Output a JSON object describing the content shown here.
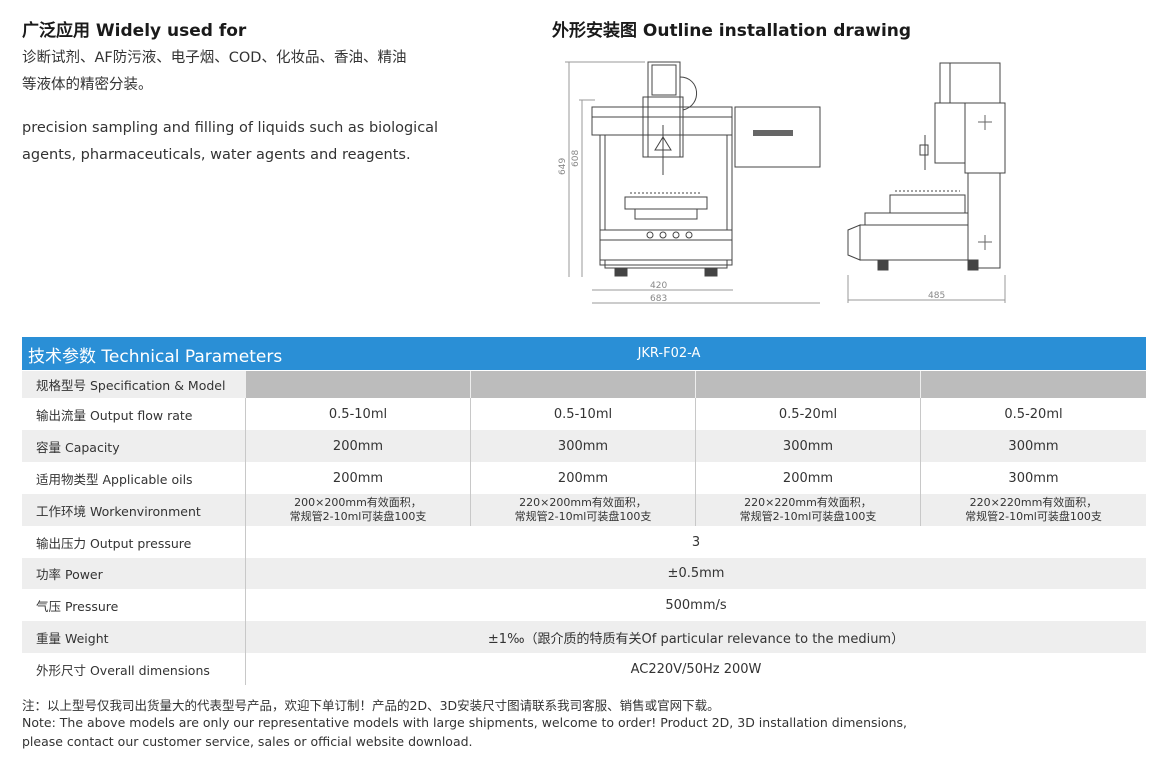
{
  "usage": {
    "title": "广泛应用  Widely used for",
    "cn_line1": "诊断试剂、AF防污液、电子烟、COD、化妆品、香油、精油",
    "cn_line2": "等液体的精密分装。",
    "en_line1": "precision sampling and filling of liquids such as biological",
    "en_line2": "agents, pharmaceuticals, water agents and reagents."
  },
  "drawing": {
    "title": "外形安装图  Outline installation drawing",
    "dim_height_outer": "649",
    "dim_height_inner": "608",
    "dim_width_inner": "420",
    "dim_width_outer": "683",
    "dim_depth": "485"
  },
  "table": {
    "title": "技术参数  Technical Parameters",
    "model": "JKR-F02-A",
    "rows": [
      {
        "label": "规格型号  Specification & Model",
        "values": [
          "",
          "",
          "",
          ""
        ]
      },
      {
        "label": "输出流量  Output flow rate",
        "values": [
          "0.5-10ml",
          "0.5-10ml",
          "0.5-20ml",
          "0.5-20ml"
        ]
      },
      {
        "label": "容量  Capacity",
        "values": [
          "200mm",
          "300mm",
          "300mm",
          "300mm"
        ]
      },
      {
        "label": "适用物类型  Applicable oils",
        "values": [
          "200mm",
          "200mm",
          "200mm",
          "300mm"
        ]
      },
      {
        "label": "工作环境  Workenvironment",
        "values": [
          [
            "200×200mm有效面积，",
            "常规管2-10ml可装盘100支"
          ],
          [
            "220×200mm有效面积，",
            "常规管2-10ml可装盘100支"
          ],
          [
            "220×220mm有效面积，",
            "常规管2-10ml可装盘100支"
          ],
          [
            "220×220mm有效面积，",
            "常规管2-10ml可装盘100支"
          ]
        ]
      },
      {
        "label": "输出压力  Output pressure",
        "span": "3"
      },
      {
        "label": "功率  Power",
        "span": "±0.5mm"
      },
      {
        "label": "气压  Pressure",
        "span": "500mm/s"
      },
      {
        "label": "重量  Weight",
        "span": "±1‰（跟介质的特质有关Of particular relevance to the medium）"
      },
      {
        "label": "外形尺寸  Overall dimensions",
        "span": "AC220V/50Hz 200W"
      }
    ]
  },
  "notes": {
    "cn": "注：以上型号仅我司出货量大的代表型号产品，欢迎下单订制！产品的2D、3D安装尺寸图请联系我司客服、销售或官网下载。",
    "en_line1": "Note: The above models are only our representative models with large shipments, welcome to order! Product 2D, 3D installation dimensions,",
    "en_line2": "please contact our customer service, sales or official website download."
  },
  "colors": {
    "header_blue": "#2a8fd6",
    "row_shade": "#eeeeee",
    "spec_header_gray": "#bcbcbc"
  }
}
